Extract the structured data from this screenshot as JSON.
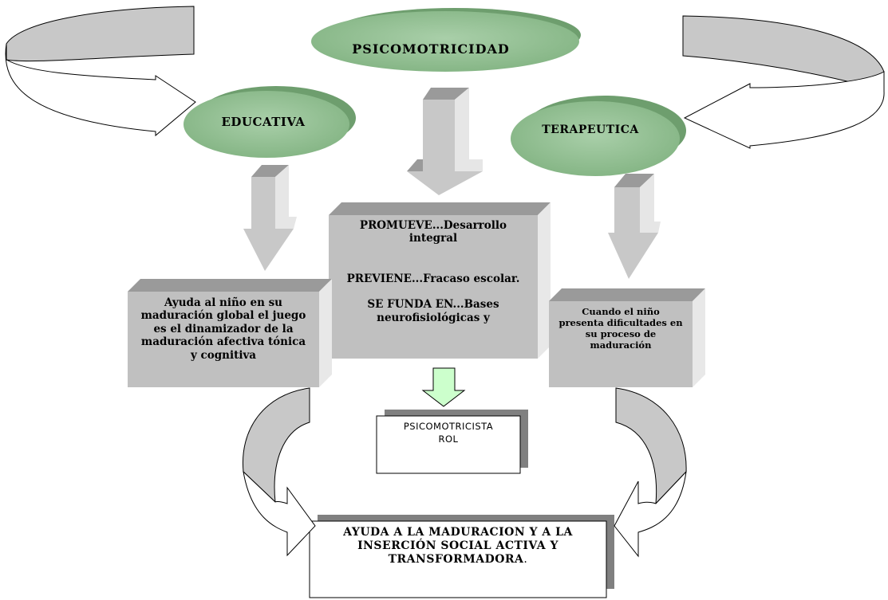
{
  "nodes": {
    "main": "PSICOMOTRICIDAD",
    "educativa": "EDUCATIVA",
    "terapeutica": "TERAPEUTICA"
  },
  "center_box": {
    "promueve": "PROMUEVE...Desarrollo integral",
    "previene": "PREVIENE...Fracaso escolar.",
    "se_funda": "SE FUNDA EN...Bases neurofisiológicas y"
  },
  "left_box": "Ayuda al niño en su maduración global el juego es el dinamizador de la maduración afectiva tónica y cognitiva",
  "right_box": "Cuando el niño presenta dificultades en su proceso de maduración",
  "rol_box": {
    "line1": "PSICOMOTRICISTA",
    "line2": "ROL"
  },
  "bottom_box": {
    "text": "AYUDA A LA  MADURACION Y A LA INSERCIÓN SOCIAL ACTIVA Y TRANSFORMADORA",
    "suffix": "."
  },
  "colors": {
    "ellipse_fill": "#8fbc8f",
    "ellipse_light": "#b9d8b9",
    "box_front": "#c0c0c0",
    "box_side": "#e8e8e8",
    "box_top": "#9a9a9a",
    "arrow_front": "#c8c8c8",
    "arrow_side": "#e6e6e6",
    "arrow_top": "#a0a0a0",
    "green_arrow": "#ccffcc"
  }
}
